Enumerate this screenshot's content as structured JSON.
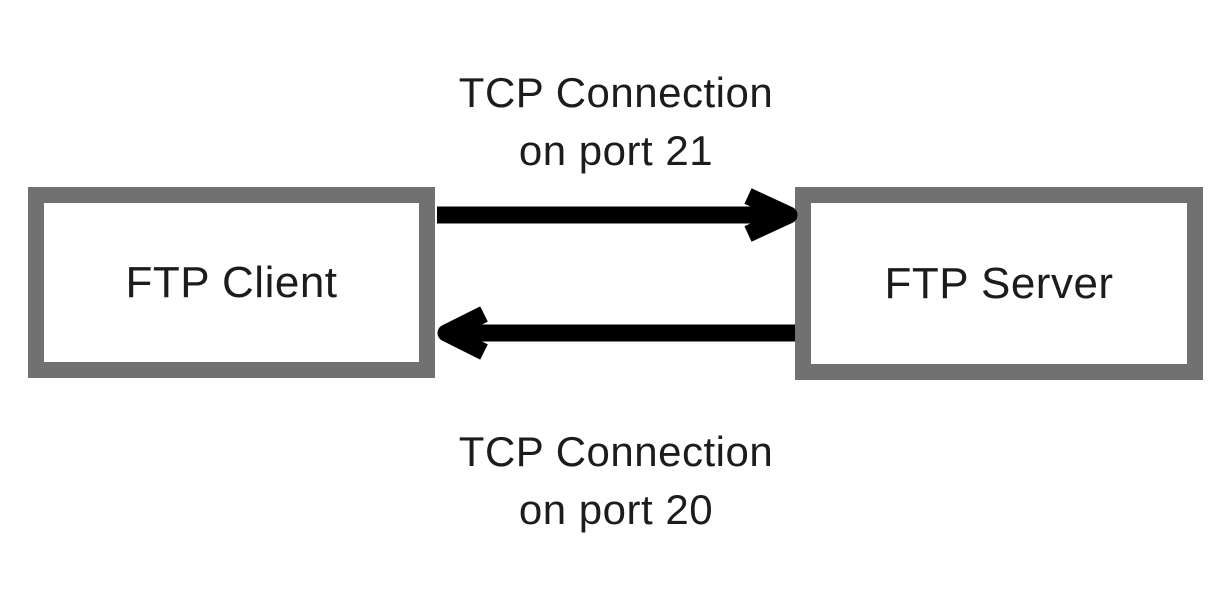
{
  "nodes": [
    {
      "id": "ftp-client",
      "label": "FTP Client"
    },
    {
      "id": "ftp-server",
      "label": "FTP Server"
    }
  ],
  "connections": [
    {
      "from": "ftp-client",
      "to": "ftp-server",
      "direction": "right",
      "label": "TCP Connection\non port 21"
    },
    {
      "from": "ftp-server",
      "to": "ftp-client",
      "direction": "left",
      "label": "TCP Connection\non port 20"
    }
  ],
  "colors": {
    "background": "#ffffff",
    "node_border": "#717171",
    "node_fill": "#ffffff",
    "arrow": "#000000",
    "text": "#1c1c1c"
  }
}
